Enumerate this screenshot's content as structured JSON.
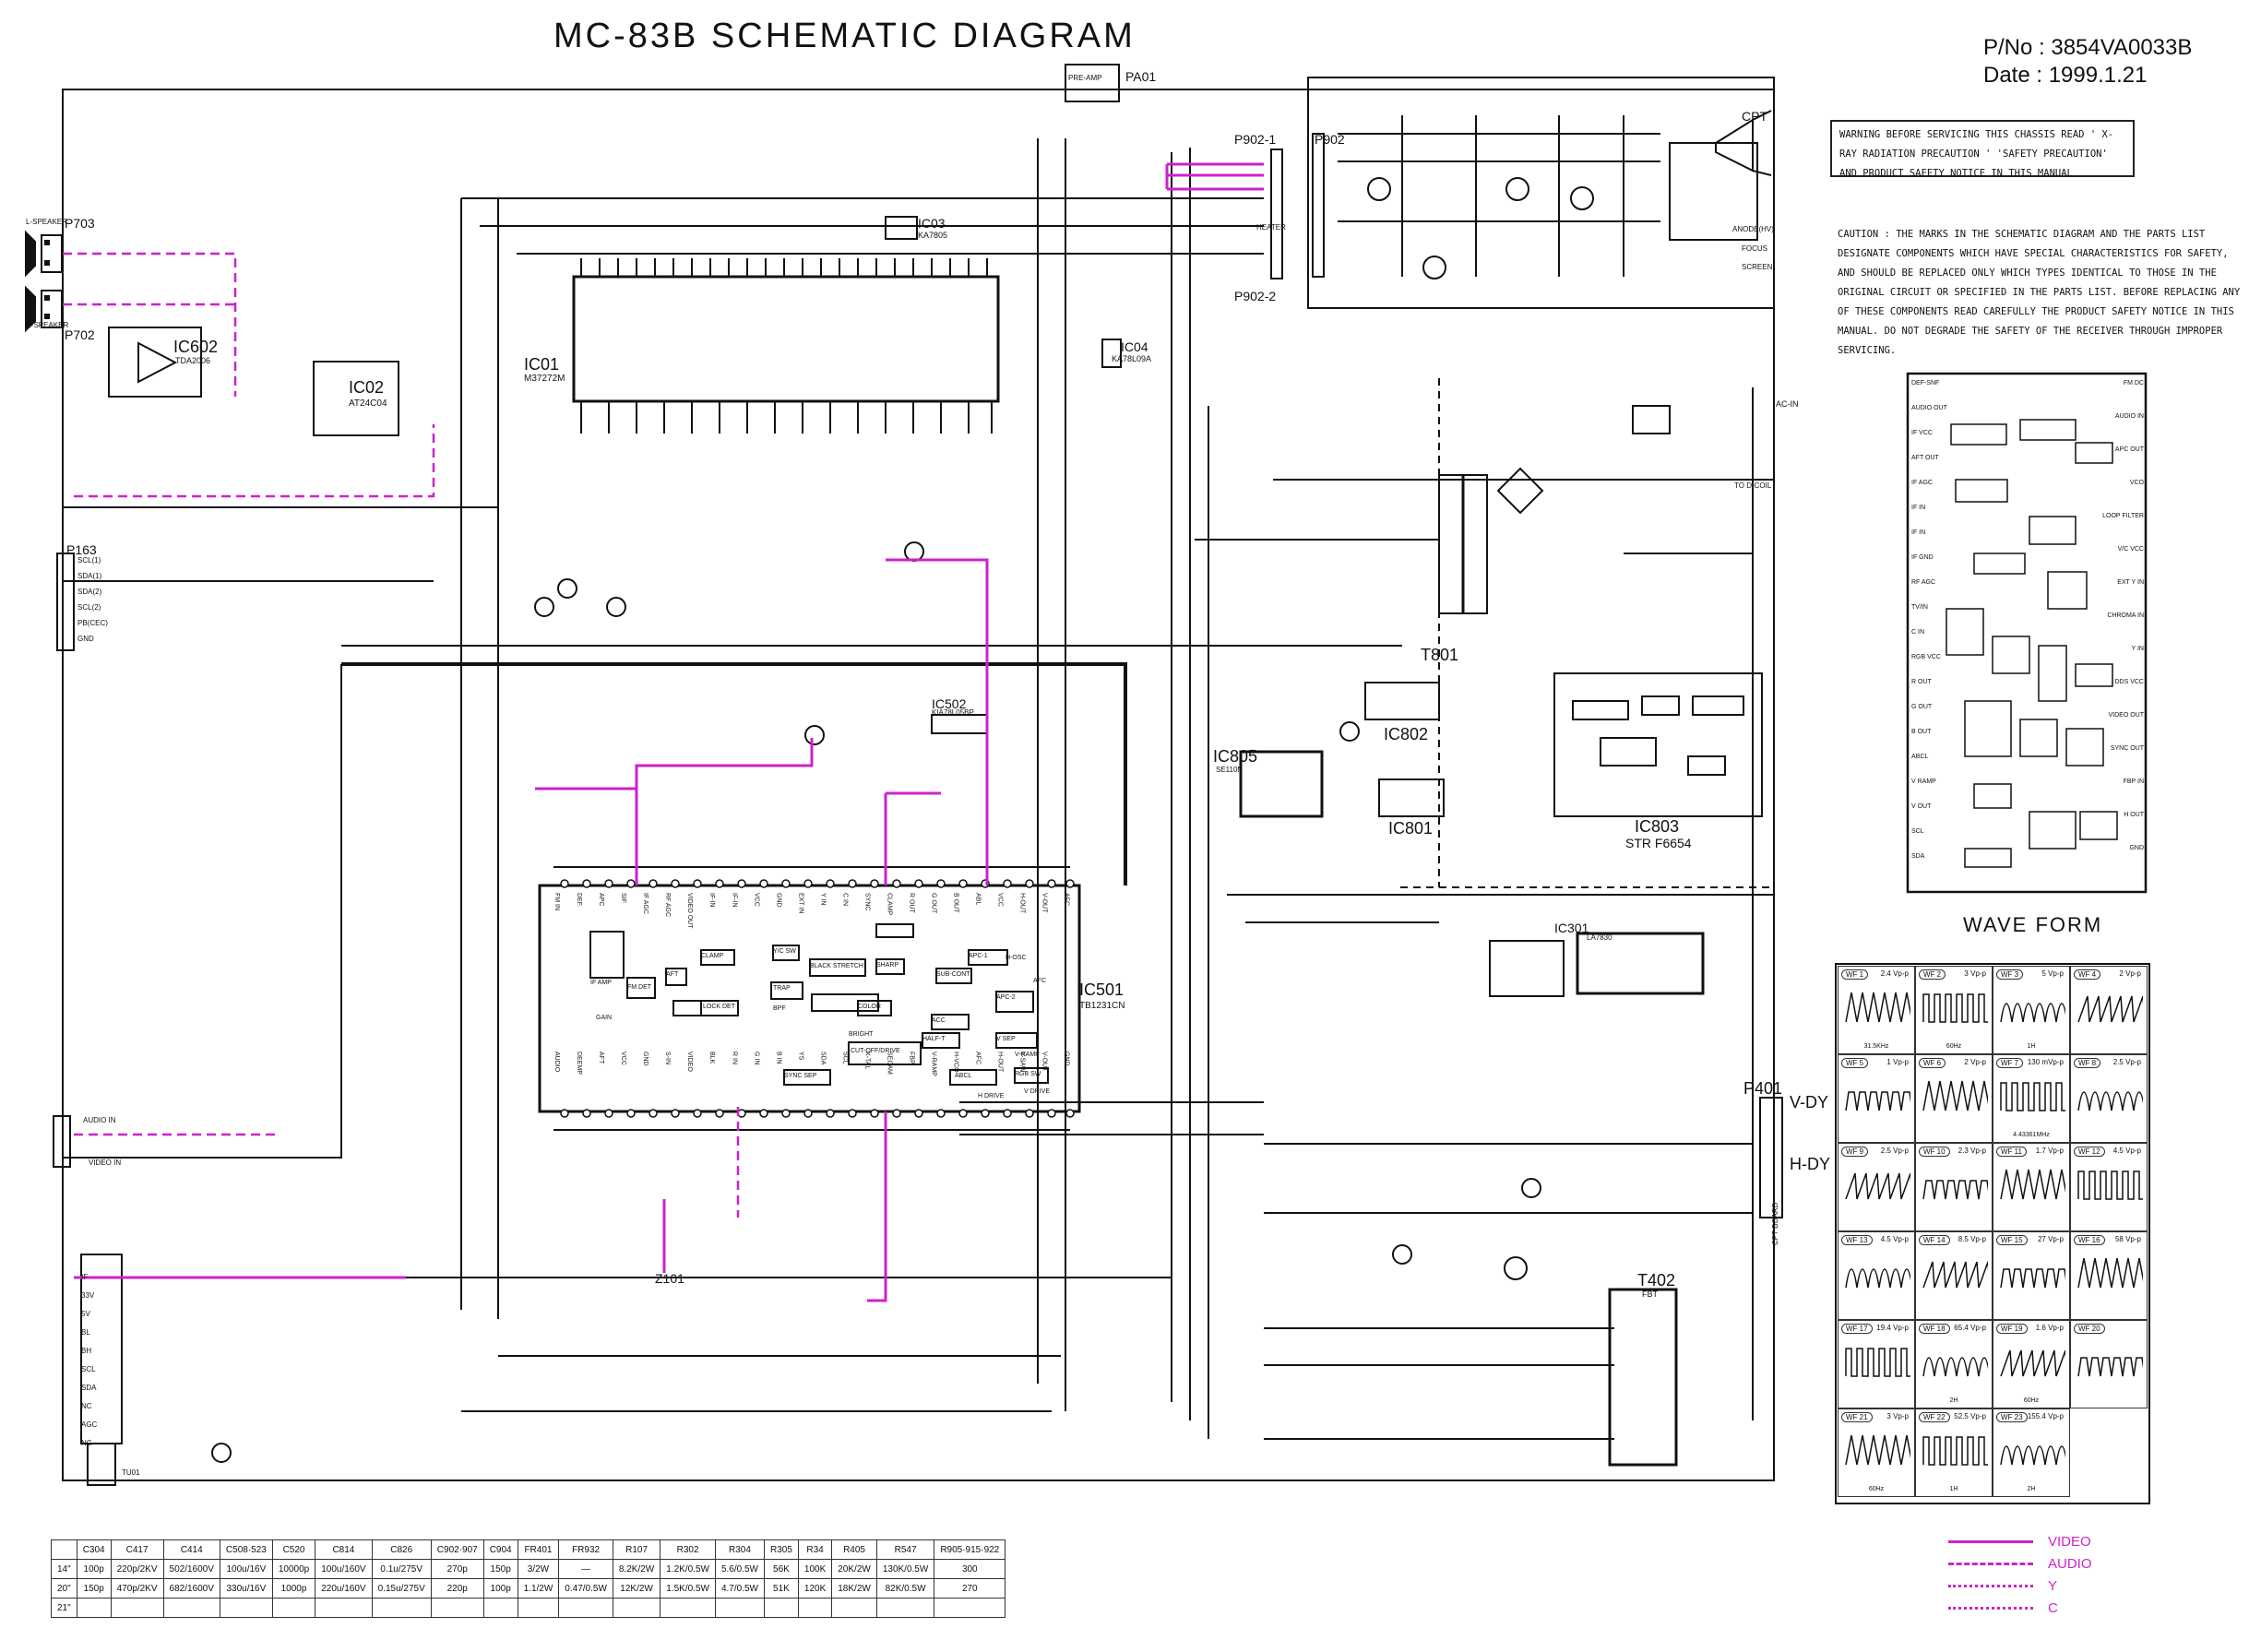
{
  "title": "MC-83B SCHEMATIC DIAGRAM",
  "part_number": "P/No : 3854VA0033B",
  "date": "Date : 1999.1.21",
  "warning_text": "WARNING BEFORE SERVICING THIS CHASSIS READ ' X-RAY RADIATION PRECAUTION ' 'SAFETY PRECAUTION' AND PRODUCT SAFETY NOTICE IN THIS MANUAL",
  "caution_text": "CAUTION : THE MARKS IN THE SCHEMATIC DIAGRAM AND THE PARTS LIST DESIGNATE COMPONENTS WHICH HAVE SPECIAL CHARACTERISTICS FOR SAFETY, AND SHOULD BE REPLACED ONLY WHICH TYPES IDENTICAL TO THOSE IN THE ORIGINAL CIRCUIT OR SPECIFIED IN THE PARTS LIST. BEFORE REPLACING ANY OF THESE COMPONENTS READ CAREFULLY THE PRODUCT SAFETY NOTICE IN THIS MANUAL. DO NOT DEGRADE THE SAFETY OF THE RECEIVER THROUGH IMPROPER SERVICING.",
  "wave_form_title": "WAVE FORM",
  "labels": {
    "ic01": "IC01",
    "ic01_part": "M37272M",
    "ic02": "IC02",
    "ic02_part": "AT24C04",
    "ic602": "IC602",
    "ic602_part": "TDA2006",
    "ic03": "IC03",
    "ic03_part": "KA7805",
    "ic04": "IC04",
    "ic04_part": "KA78L09A",
    "ic501": "IC501",
    "ic501_part": "TB1231CN",
    "ic502": "IC502",
    "ic502_part": "KIA78L05BP",
    "ic301": "IC301",
    "ic301_part": "LA7830",
    "ic802": "IC802",
    "ic801": "IC801",
    "ic803": "IC803",
    "ic803_part": "STR F6654",
    "ic805": "IC805",
    "ic805_part": "SE110N",
    "t801": "T801",
    "t402": "T402",
    "t402_part": "FBT",
    "p703": "P703",
    "p702": "P702",
    "p163": "P163",
    "p401": "P401",
    "p902_1": "P902-1",
    "p902_2": "P902-2",
    "p902": "P902",
    "pa01": "PA01",
    "cpt": "CPT",
    "v_dy": "V-DY",
    "h_dy": "H-DY",
    "z101": "Z101",
    "l_speaker": "L-SPEAKER",
    "r_speaker": "R-SPEAKER",
    "audio_in": "AUDIO IN",
    "video_in": "VIDEO IN",
    "ac_in": "AC-IN",
    "to_dcoil": "TO D-COIL",
    "focus": "FOCUS",
    "screen": "SCREEN",
    "heater": "HEATER",
    "anode": "ANODE(HV)",
    "cpt_board": "CPT BOARD",
    "preamp": "PRE-AMP",
    "tu01": "TU01"
  },
  "tuner_pins": [
    "IF",
    "33V",
    "5V",
    "BL",
    "BH",
    "SCL",
    "SDA",
    "NC",
    "AGC",
    "NC"
  ],
  "p163_pins": [
    "SCL(1)",
    "SDA(1)",
    "SDA(2)",
    "SCL(2)",
    "PB(CEC)",
    "GND"
  ],
  "ic501_pins_top": [
    "FM IN",
    "DEF.",
    "APC",
    "SIF",
    "IF AGC",
    "RF AGC",
    "VIDEO OUT",
    "IF-IN",
    "IF-IN",
    "VCC",
    "GND",
    "EXT IN",
    "Y IN",
    "C IN",
    "SYNC",
    "CLAMP",
    "R OUT",
    "G OUT",
    "B OUT",
    "ABL",
    "VCC",
    "H-OUT",
    "V-OUT",
    "AFC"
  ],
  "ic501_pins_bottom": [
    "AUDIO",
    "DEEMP",
    "AFT",
    "VCC",
    "GND",
    "S-IN",
    "VIDEO",
    "BLK",
    "R IN",
    "G IN",
    "B IN",
    "YS",
    "SDA",
    "SCL",
    "X-TAL",
    "SECAM",
    "FBP",
    "V-RAMP",
    "H-VCO",
    "AFC",
    "H-OUT",
    "V-SAW",
    "V-OUT",
    "GND"
  ],
  "ic501_blocks": [
    "IF AMP",
    "FM DET",
    "AFT",
    "GAIN",
    "CLAMP",
    "LOCK DET",
    "Y/C SW",
    "SHARP",
    "BLACK STRETCH",
    "SUB-CONT",
    "TRAP",
    "BPF",
    "COLOR",
    "APC-2",
    "APC-1",
    "ACC",
    "HALF-T",
    "CUT-OFF/DRIVE",
    "ABCL",
    "BRIGHT",
    "RGB SW",
    "V SEP",
    "SYNC SEP",
    "V-RAMP",
    "H-OSC",
    "AFC",
    "V DRIVE",
    "H DRIVE"
  ],
  "ic201_block_pins_left": [
    "DEF-SNF",
    "AUDIO OUT",
    "IF VCC",
    "AFT OUT",
    "IF AGC",
    "IF IN",
    "IF IN",
    "IF GND",
    "RF AGC",
    "TV/IN",
    "C IN",
    "RGB VCC",
    "R OUT",
    "G OUT",
    "B OUT",
    "ABCL",
    "V RAMP",
    "V OUT",
    "SCL",
    "SDA"
  ],
  "ic201_block_pins_right": [
    "FM DC",
    "AUDIO IN",
    "APC OUT",
    "VCO",
    "LOOP FILTER",
    "V/C VCC",
    "EXT Y IN",
    "CHROMA IN",
    "Y IN",
    "DDS VCC",
    "VIDEO OUT",
    "SYNC OUT",
    "FBP IN",
    "H OUT",
    "GND"
  ],
  "wave_forms": [
    {
      "tag": "WF 1",
      "amp": "2.4 Vp-p",
      "note": "31.5KHz"
    },
    {
      "tag": "WF 2",
      "amp": "3 Vp-p",
      "note": "60Hz"
    },
    {
      "tag": "WF 3",
      "amp": "5 Vp-p",
      "note": "1H"
    },
    {
      "tag": "WF 4",
      "amp": "2 Vp-p",
      "note": ""
    },
    {
      "tag": "WF 5",
      "amp": "1 Vp-p",
      "note": ""
    },
    {
      "tag": "WF 6",
      "amp": "2 Vp-p",
      "note": ""
    },
    {
      "tag": "WF 7",
      "amp": "130 mVp-p",
      "note": "4.43361MHz"
    },
    {
      "tag": "WF 8",
      "amp": "2.5 Vp-p",
      "note": ""
    },
    {
      "tag": "WF 9",
      "amp": "2.5 Vp-p",
      "note": ""
    },
    {
      "tag": "WF 10",
      "amp": "2.3 Vp-p",
      "note": ""
    },
    {
      "tag": "WF 11",
      "amp": "1.7 Vp-p",
      "note": ""
    },
    {
      "tag": "WF 12",
      "amp": "4.5 Vp-p",
      "note": ""
    },
    {
      "tag": "WF 13",
      "amp": "4.5 Vp-p",
      "note": ""
    },
    {
      "tag": "WF 14",
      "amp": "8.5 Vp-p",
      "note": ""
    },
    {
      "tag": "WF 15",
      "amp": "27 Vp-p",
      "note": ""
    },
    {
      "tag": "WF 16",
      "amp": "58 Vp-p",
      "note": ""
    },
    {
      "tag": "WF 17",
      "amp": "19.4 Vp-p",
      "note": ""
    },
    {
      "tag": "WF 18",
      "amp": "65.4 Vp-p",
      "note": "2H"
    },
    {
      "tag": "WF 19",
      "amp": "1.6 Vp-p",
      "note": "60Hz"
    },
    {
      "tag": "WF 20",
      "amp": "",
      "note": ""
    },
    {
      "tag": "WF 21",
      "amp": "3 Vp-p",
      "note": "60Hz"
    },
    {
      "tag": "WF 22",
      "amp": "52.5 Vp-p",
      "note": "1H"
    },
    {
      "tag": "WF 23",
      "amp": "155.4 Vp-p",
      "note": "2H"
    }
  ],
  "parts_table": {
    "headers": [
      "",
      "C304",
      "C417",
      "C414",
      "C508·523",
      "C520",
      "C814",
      "C826",
      "C902·907",
      "C904",
      "FR401",
      "FR932",
      "R107",
      "R302",
      "R304",
      "R305",
      "R34",
      "R405",
      "R547",
      "R905·915·922"
    ],
    "rows": [
      [
        "14\"",
        "100p",
        "220p/2KV",
        "502/1600V",
        "100u/16V",
        "10000p",
        "100u/160V",
        "0.1u/275V",
        "270p",
        "150p",
        "3/2W",
        "—",
        "8.2K/2W",
        "1.2K/0.5W",
        "5.6/0.5W",
        "56K",
        "100K",
        "20K/2W",
        "130K/0.5W",
        "300"
      ],
      [
        "20\"",
        "150p",
        "470p/2KV",
        "682/1600V",
        "330u/16V",
        "1000p",
        "220u/160V",
        "0.15u/275V",
        "220p",
        "100p",
        "1.1/2W",
        "0.47/0.5W",
        "12K/2W",
        "1.5K/0.5W",
        "4.7/0.5W",
        "51K",
        "120K",
        "18K/2W",
        "82K/0.5W",
        "270"
      ],
      [
        "21\"",
        "",
        "",
        "",
        "",
        "",
        "",
        "",
        "",
        "",
        "",
        "",
        "",
        "",
        "",
        "",
        "",
        "",
        "",
        ""
      ]
    ]
  },
  "legend": [
    {
      "label": "VIDEO",
      "style": "solid"
    },
    {
      "label": "AUDIO",
      "style": "dashed"
    },
    {
      "label": "Y",
      "style": "dashdot"
    },
    {
      "label": "C",
      "style": "dashdotdot"
    }
  ],
  "colors": {
    "line": "#111111",
    "signal": "#cc22cc",
    "background": "#ffffff"
  }
}
